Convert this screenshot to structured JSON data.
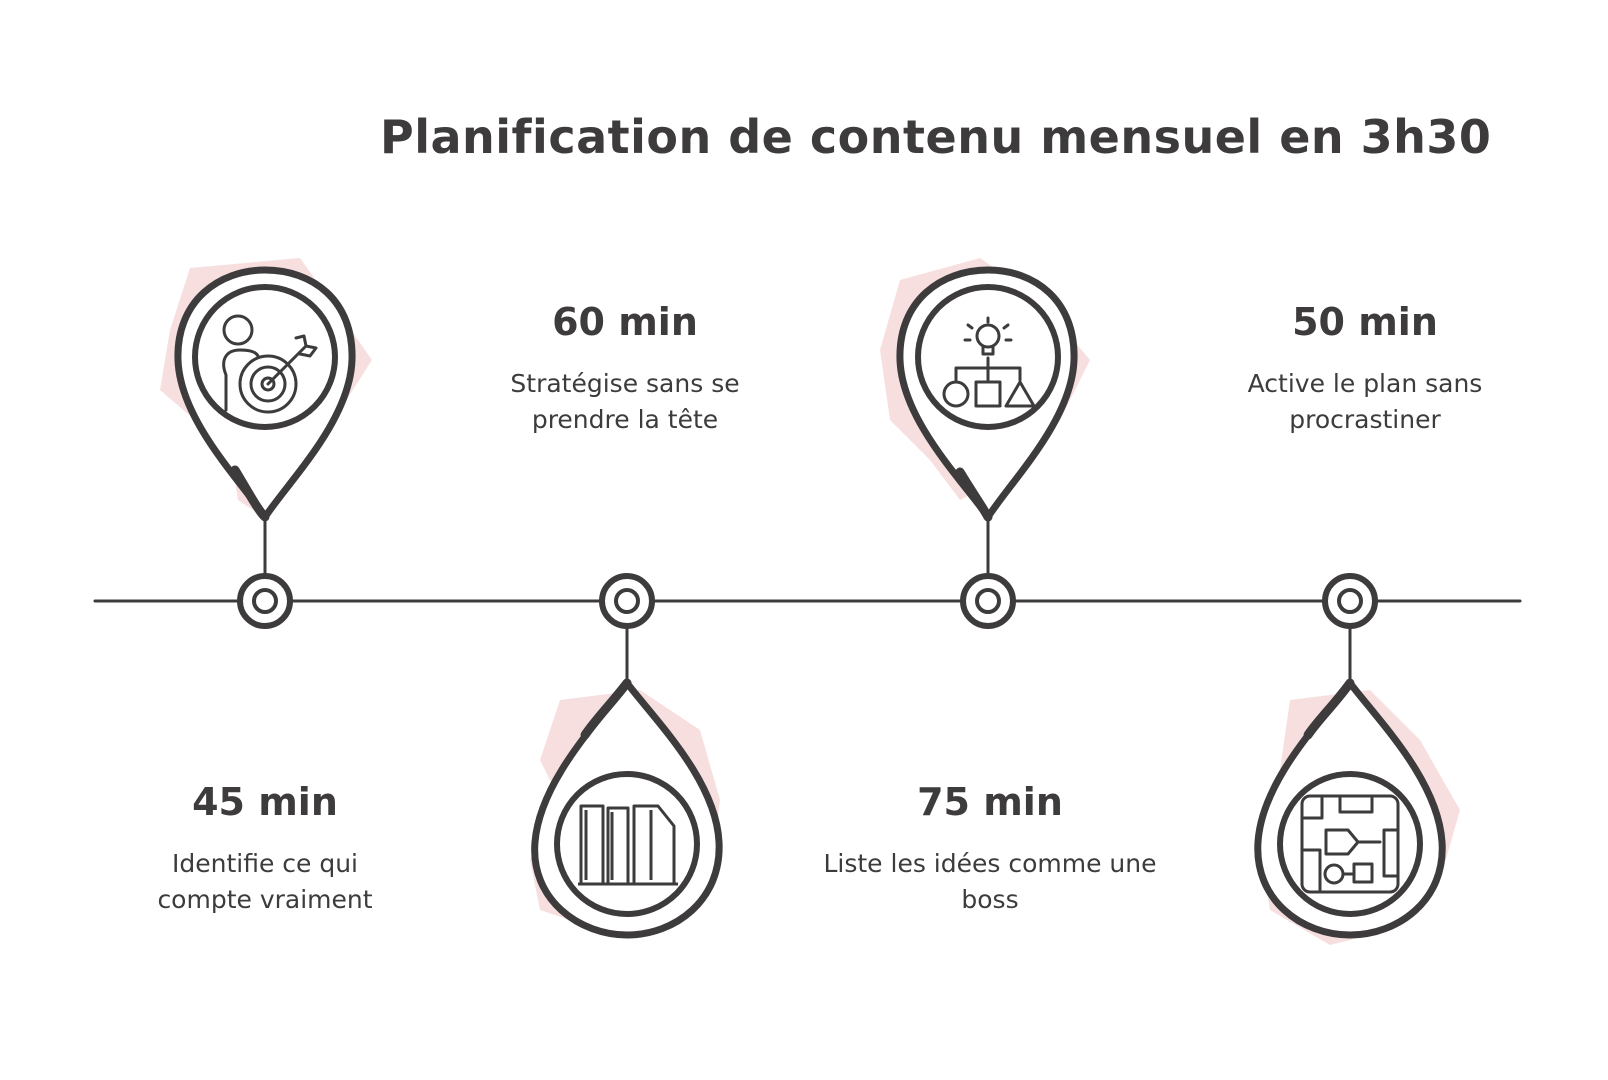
{
  "title": "Planification de contenu mensuel en 3h30",
  "colors": {
    "ink": "#3d3b3c",
    "accent_blush": "#f6d9d9",
    "background": "#ffffff"
  },
  "steps": [
    {
      "duration": "45 min",
      "description": "Identifie ce qui compte vraiment",
      "icon": "target-person-icon",
      "pin": "above"
    },
    {
      "duration": "60 min",
      "description": "Stratégise sans se prendre la tête",
      "icon": "books-icon",
      "pin": "below"
    },
    {
      "duration": "75 min",
      "description": "Liste les idées comme une boss",
      "icon": "idea-diagram-icon",
      "pin": "above"
    },
    {
      "duration": "50 min",
      "description": "Active le plan sans procrastiner",
      "icon": "flowchart-icon",
      "pin": "below"
    }
  ]
}
